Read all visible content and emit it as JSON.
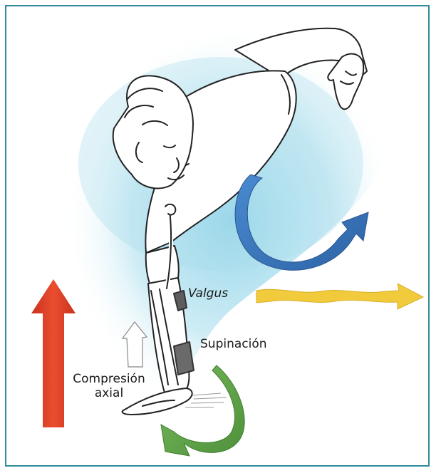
{
  "figure": {
    "labels": {
      "valgus": "Valgus",
      "supination": "Supinación",
      "axial_compression_line1": "Compresión",
      "axial_compression_line2": "axial"
    },
    "colors": {
      "frame": "#2f8b9a",
      "halo": "#8fd3e8",
      "red_arrow": "#e5462a",
      "blue_arrow": "#3a78be",
      "yellow_arrow": "#f2cb3c",
      "green_arrow": "#5fa64a",
      "line_art": "#222222"
    },
    "arrows": [
      {
        "name": "vertical-force-arrow",
        "color": "red",
        "direction": "up"
      },
      {
        "name": "rotation-arrow-shoulder",
        "color": "blue",
        "direction": "curved-up-right"
      },
      {
        "name": "lateral-force-arrow",
        "color": "yellow",
        "direction": "right"
      },
      {
        "name": "rotation-arrow-forearm",
        "color": "green",
        "direction": "curved-down-left"
      }
    ]
  }
}
